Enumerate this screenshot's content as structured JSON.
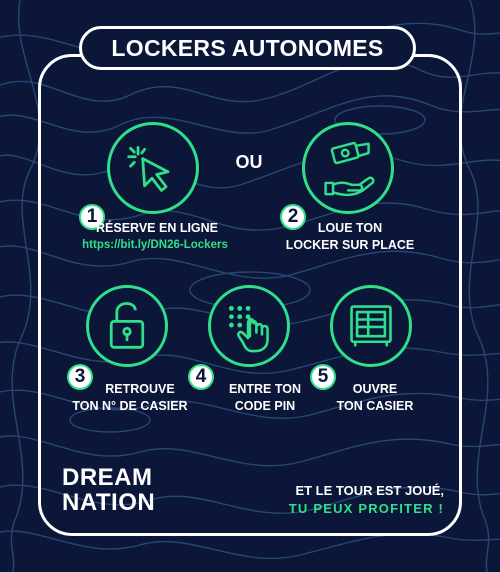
{
  "title": "LOCKERS AUTONOMES",
  "separator": "OU",
  "steps": [
    {
      "number": "1",
      "line1": "RÉSERVE EN LIGNE",
      "line2": "https://bit.ly/DN26-Lockers"
    },
    {
      "number": "2",
      "line1": "LOUE TON",
      "line2": "LOCKER SUR PLACE"
    },
    {
      "number": "3",
      "line1": "RETROUVE",
      "line2": "TON N° DE CASIER"
    },
    {
      "number": "4",
      "line1": "ENTRE TON",
      "line2": "CODE PIN"
    },
    {
      "number": "5",
      "line1": "OUVRE",
      "line2": "TON CASIER"
    }
  ],
  "logo": {
    "line1": "DREAM",
    "line2": "NATION"
  },
  "ending": {
    "line1": "ET LE TOUR EST JOUÉ,",
    "line2": "TU PEUX PROFITER !"
  },
  "colors": {
    "background": "#0b1638",
    "accent": "#2ee08a",
    "text": "#ffffff",
    "contour": "#3b6fa8"
  },
  "icons": [
    "cursor-click-icon",
    "hand-money-icon",
    "padlock-icon",
    "keypad-press-icon",
    "safe-icon"
  ]
}
